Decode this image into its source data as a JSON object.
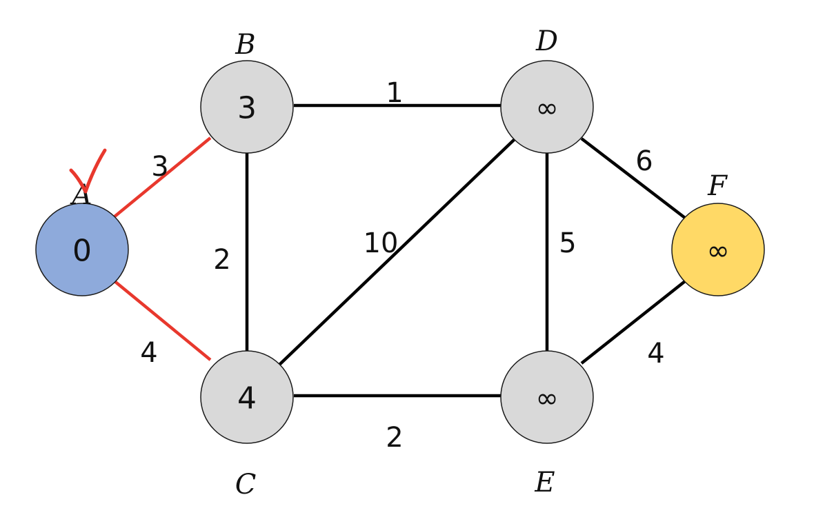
{
  "colors": {
    "visited": "#8eaadb",
    "unvisited": "#d9d9d9",
    "target": "#ffd966",
    "edge_default": "#000000",
    "edge_relaxed": "#e8382d",
    "checkmark": "#e8382d"
  },
  "nodes": [
    {
      "id": "A",
      "name": "A",
      "value": "0",
      "state": "visited"
    },
    {
      "id": "B",
      "name": "B",
      "value": "3",
      "state": "unvisited"
    },
    {
      "id": "C",
      "name": "C",
      "value": "4",
      "state": "unvisited"
    },
    {
      "id": "D",
      "name": "D",
      "value": "∞",
      "state": "unvisited"
    },
    {
      "id": "E",
      "name": "E",
      "value": "∞",
      "state": "unvisited"
    },
    {
      "id": "F",
      "name": "F",
      "value": "∞",
      "state": "target"
    }
  ],
  "edges": [
    {
      "from": "A",
      "to": "B",
      "weight": "3",
      "highlighted": true
    },
    {
      "from": "A",
      "to": "C",
      "weight": "4",
      "highlighted": true
    },
    {
      "from": "B",
      "to": "D",
      "weight": "1",
      "highlighted": false
    },
    {
      "from": "B",
      "to": "C",
      "weight": "2",
      "highlighted": false
    },
    {
      "from": "C",
      "to": "D",
      "weight": "10",
      "highlighted": false
    },
    {
      "from": "C",
      "to": "E",
      "weight": "2",
      "highlighted": false
    },
    {
      "from": "D",
      "to": "E",
      "weight": "5",
      "highlighted": false
    },
    {
      "from": "D",
      "to": "F",
      "weight": "6",
      "highlighted": false
    },
    {
      "from": "E",
      "to": "F",
      "weight": "4",
      "highlighted": false
    }
  ],
  "markers": [
    {
      "type": "checkmark-icon",
      "node": "A"
    }
  ]
}
